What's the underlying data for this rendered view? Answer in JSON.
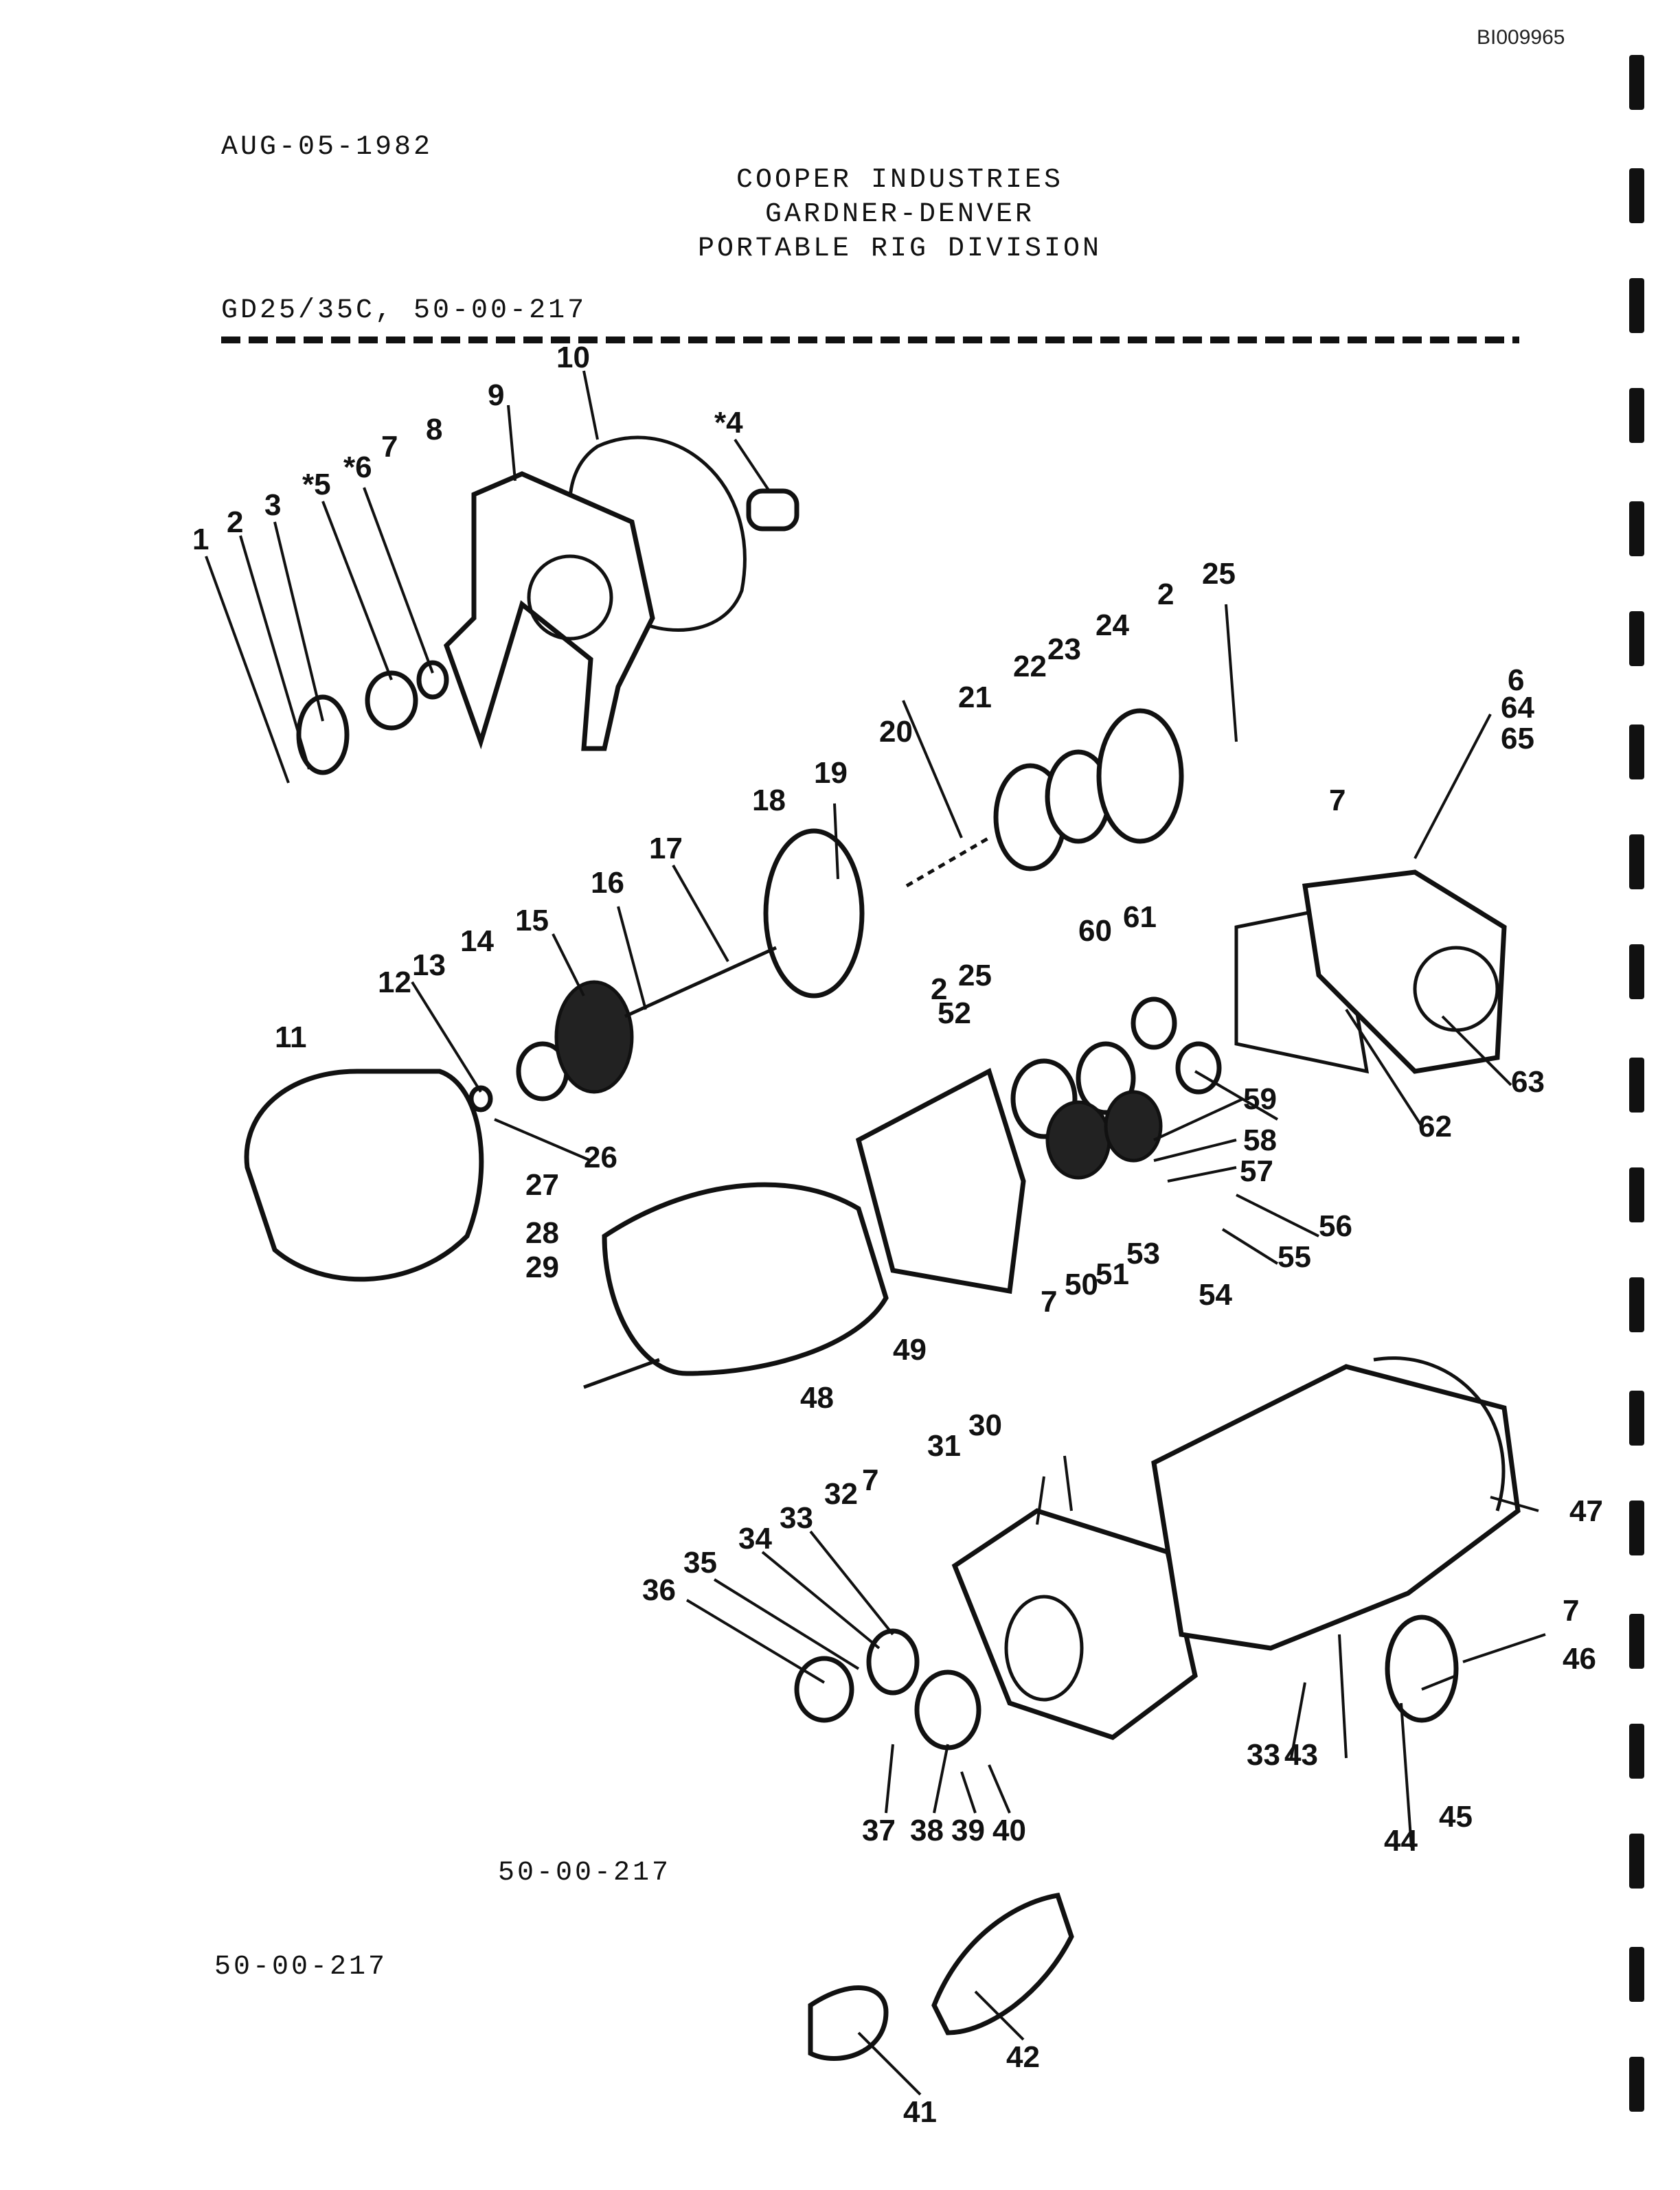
{
  "document_id": "BI009965",
  "date": "AUG-05-1982",
  "header": {
    "line1": "COOPER INDUSTRIES",
    "line2": "GARDNER-DENVER",
    "line3": "PORTABLE RIG DIVISION"
  },
  "model": "GD25/35C, 50-00-217",
  "figure_label": "50-00-217",
  "page_label": "50-00-217",
  "callouts": [
    "1",
    "2",
    "3",
    "*5",
    "*6",
    "7",
    "8",
    "9",
    "10",
    "*4",
    "25",
    "2",
    "24",
    "23",
    "22",
    "21",
    "20",
    "19",
    "18",
    "17",
    "16",
    "15",
    "14",
    "13",
    "12",
    "11",
    "6",
    "64",
    "65",
    "7",
    "60",
    "61",
    "2",
    "25",
    "52",
    "59",
    "58",
    "57",
    "56",
    "55",
    "54",
    "53",
    "51",
    "50",
    "7",
    "49",
    "48",
    "62",
    "63",
    "26",
    "27",
    "28",
    "29",
    "31",
    "30",
    "32",
    "7",
    "33",
    "34",
    "35",
    "36",
    "37",
    "38",
    "39",
    "40",
    "33",
    "43",
    "47",
    "7",
    "46",
    "45",
    "44",
    "42",
    "41"
  ]
}
